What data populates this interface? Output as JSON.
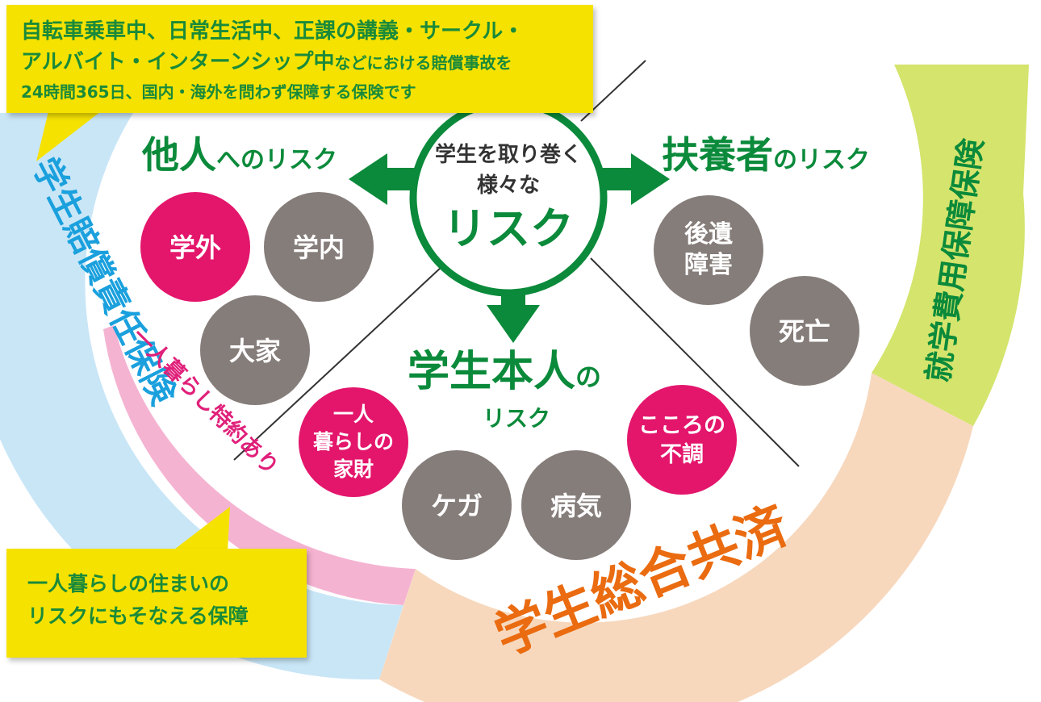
{
  "callout_top": {
    "line1": "自転車乗車中、日常生活中、正課の講義・サークル・",
    "line2_main": "アルバイト・インターンシップ中",
    "line2_small": "などにおける賠償事故を",
    "line3": "24時間365日、国内・海外を問わず保障する保険です"
  },
  "callout_bottom": {
    "line1": "一人暮らしの住まいの",
    "line2": "リスクにもそなえる保障"
  },
  "center": {
    "line1": "学生を取り巻く",
    "line2": "様々な",
    "line3": "リスク"
  },
  "sections": {
    "others": {
      "big": "他人",
      "small": "へのリスク"
    },
    "dependents": {
      "big": "扶養者",
      "small": "のリスク"
    },
    "self": {
      "big": "学生本人",
      "small_no": "の",
      "small": "リスク"
    }
  },
  "bands": {
    "liability": "学生賠償責任保険",
    "special": "一人暮らし特約あり",
    "mutual_aid": "学生総合共済",
    "tuition": "就学費用保障保険"
  },
  "risks": {
    "outside": "学外",
    "inside": "学内",
    "landlord": "大家",
    "household_l1": "一人",
    "household_l2": "暮らしの",
    "household_l3": "家財",
    "injury": "ケガ",
    "illness": "病気",
    "mental_l1": "こころの",
    "mental_l2": "不調",
    "disability_l1": "後遺",
    "disability_l2": "障害",
    "death": "死亡"
  },
  "colors": {
    "green": "#0a8a3a",
    "pink": "#e3166c",
    "gray": "#857d7a",
    "light_blue": "#c9e6f7",
    "blue_text": "#1aa0dd",
    "light_pink": "#f5b3d2",
    "pink_text": "#e0207a",
    "peach": "#f7d8bd",
    "orange_text": "#ea6b10",
    "lime": "#d5e46c",
    "yellow": "#f5e200"
  }
}
